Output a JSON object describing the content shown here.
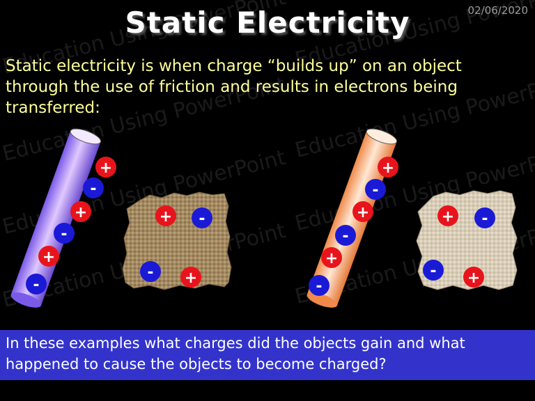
{
  "header": {
    "date": "02/06/2020",
    "title": "Static Electricity"
  },
  "intro_text": "Static electricity is when charge “builds up” on an object through the use of friction and results in electrons being transferred:",
  "question_text": "In these examples what charges did the objects gain and what happened to cause the objects to become charged?",
  "watermark_text": "Education Using PowerPoint",
  "charges": {
    "positive_symbol": "+",
    "negative_symbol": "-"
  },
  "colors": {
    "title": "#ffffff",
    "intro_text": "#ffff99",
    "question_band": "#3333cc",
    "positive_charge": "#e8141c",
    "negative_charge": "#1a1ad6",
    "rod_left": "#a06cf0",
    "rod_right": "#f5b27a",
    "cloth_left": "#a89068",
    "cloth_right": "#d8cdb8"
  }
}
